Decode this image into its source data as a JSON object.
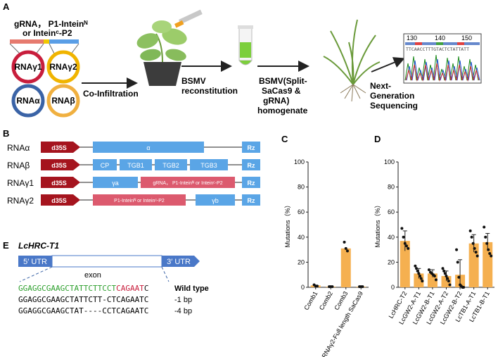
{
  "panels": {
    "a": "A",
    "b": "B",
    "c": "C",
    "d": "D",
    "e": "E"
  },
  "panel_a": {
    "header_line1": "gRNA， P1-Inteinᴺ",
    "header_line2": "or Inteinᶜ-P2",
    "rna_gamma1": "RNAγ1",
    "rna_gamma2": "RNAγ2",
    "rna_alpha": "RNAα",
    "rna_beta": "RNAβ",
    "step1": "Co-Infiltration",
    "step2_line1": "BSMV",
    "step2_line2": "reconstitution",
    "step3_lines": [
      "BSMV(Split-",
      "SaCas9 &",
      "gRNA)",
      "homogenate"
    ],
    "step4_lines": [
      "Next-",
      "Generation",
      "Sequencing"
    ],
    "chroma_ticks": [
      "130",
      "140",
      "150"
    ],
    "chroma_seq": "TTCAACCTTTGTACTCTATTATT",
    "colors": {
      "red": "#c81e3c",
      "yellow": "#f0b400",
      "blue": "#3a63a6",
      "orange": "#f0b040",
      "arrow": "#222222"
    }
  },
  "panel_b": {
    "rows": [
      {
        "label": "RNAα",
        "promoter": "d35S",
        "boxes": [
          "α"
        ],
        "end": "Rz"
      },
      {
        "label": "RNAβ",
        "promoter": "d35S",
        "boxes": [
          "CP",
          "TGB1",
          "TGB2",
          "TGB3"
        ],
        "end": "Rz"
      },
      {
        "label": "RNAγ1",
        "promoter": "d35S",
        "boxes": [
          "γa",
          "gRNA， P1-Inteinᴺ or Inteinᶜ-P2"
        ],
        "end": "Rz"
      },
      {
        "label": "RNAγ2",
        "promoter": "d35S",
        "boxes": [
          "P1-Inteinᴺ or Inteinᶜ-P2",
          "γb"
        ],
        "end": "Rz"
      }
    ],
    "colors": {
      "promoter": "#a5141e",
      "box": "#5aa5e6",
      "insert": "#dc5a6e"
    }
  },
  "chart_data": [
    {
      "type": "bar",
      "ylabel": "Mutations（%）",
      "ylim": [
        0,
        100
      ],
      "yticks": [
        0,
        20,
        40,
        60,
        80,
        100
      ],
      "categories": [
        "Comb1",
        "Comb2",
        "Comb3",
        "RNAγ2-Full length SaCas9"
      ],
      "values": [
        1.5,
        0.5,
        31,
        0.5
      ],
      "points": [
        [
          2,
          1,
          1
        ],
        [
          0.5,
          0.5,
          0.5
        ],
        [
          36,
          31,
          29
        ],
        [
          0.5,
          0.5,
          0.5
        ]
      ],
      "bar_color": "#f5b050"
    },
    {
      "type": "bar",
      "ylabel": "Mutations（%）",
      "ylim": [
        0,
        100
      ],
      "yticks": [
        0,
        20,
        40,
        60,
        80,
        100
      ],
      "categories": [
        "LcHRC-T2",
        "LcGW2-A-T1",
        "LcGW2-B-T1",
        "LcGW2-A-T2",
        "LcGW2-B-T2",
        "LcTB1-A-T1",
        "LcTB1-B-T1"
      ],
      "values": [
        37,
        11,
        11,
        9,
        10,
        35,
        36
      ],
      "errors": [
        8,
        4,
        3,
        4,
        12,
        7,
        7
      ],
      "points": [
        [
          47,
          40,
          35,
          33,
          31
        ],
        [
          17,
          15,
          13,
          11,
          9,
          7,
          5
        ],
        [
          14,
          12,
          11,
          10,
          9,
          6
        ],
        [
          15,
          13,
          11,
          9,
          7,
          5,
          2
        ],
        [
          30,
          20,
          8,
          2,
          1,
          0,
          0
        ],
        [
          45,
          40,
          35,
          31,
          28,
          25
        ],
        [
          48,
          40,
          35,
          30,
          27,
          25
        ]
      ],
      "bar_color": "#f5b050"
    }
  ],
  "panel_e": {
    "title": "LcHRC-T1",
    "utr5": "5′ UTR",
    "utr3": "3′ UTR",
    "exon": "exon",
    "seq_wt_green": "GGAGGCGAAGCTATTCTTCCT",
    "seq_wt_red": "CAGAAT",
    "seq_wt_tail": "C",
    "seq_1bp": "GGAGGCGAAGCTATTCTT-CTCAGAATC",
    "seq_4bp": "GGAGGCGAAGCTAT----CCTCAGAATC",
    "label_wt": "Wild type",
    "label_1bp": "-1 bp",
    "label_4bp": "-4 bp"
  }
}
